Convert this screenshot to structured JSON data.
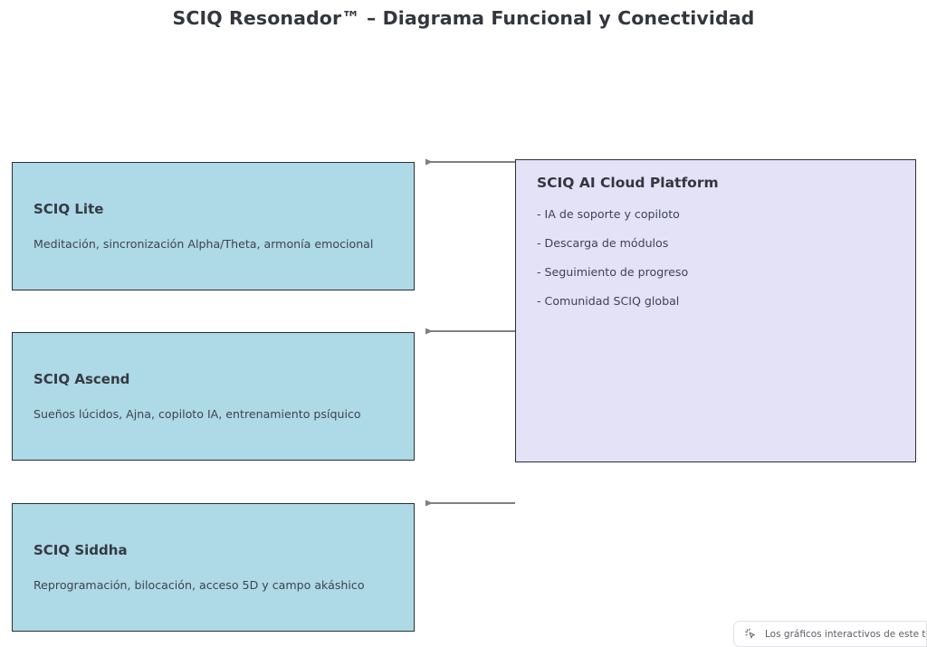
{
  "page": {
    "title": "SCIQ Resonador™ – Diagrama Funcional y Conectividad",
    "background_color": "#ffffff"
  },
  "colors": {
    "tier_fill": "#aed9e6",
    "cloud_fill": "#e4e2f7",
    "node_border": "#2b2f38",
    "arrow": "#808080",
    "title_text": "#33373d",
    "body_text": "#3d4450"
  },
  "diagram": {
    "type": "block-diagram",
    "tiers": [
      {
        "id": "sciq-lite",
        "title": "SCIQ Lite",
        "subtitle": "Meditación, sincronización Alpha/Theta, armonía emocional"
      },
      {
        "id": "sciq-ascend",
        "title": "SCIQ Ascend",
        "subtitle": "Sueños lúcidos, Ajna, copiloto IA, entrenamiento psíquico"
      },
      {
        "id": "sciq-siddha",
        "title": "SCIQ Siddha",
        "subtitle": "Reprogramación, bilocación, acceso 5D y campo akáshico"
      }
    ],
    "cloud": {
      "id": "sciq-ai-cloud-platform",
      "title": "SCIQ AI Cloud Platform",
      "features": [
        "- IA de soporte y copiloto",
        "- Descarga de módulos",
        "- Seguimiento de progreso",
        "- Comunidad SCIQ global"
      ]
    },
    "connections": [
      {
        "id": "cloud-to-lite",
        "from": "sciq-ai-cloud-platform",
        "to": "sciq-lite",
        "direction": "left"
      },
      {
        "id": "cloud-to-ascend",
        "from": "sciq-ai-cloud-platform",
        "to": "sciq-ascend",
        "direction": "left"
      },
      {
        "id": "cloud-to-siddha",
        "from": "sciq-ai-cloud-platform",
        "to": "sciq-siddha",
        "direction": "left"
      }
    ]
  },
  "footer_badge": {
    "icon": "sparkle-cursor-icon",
    "text": "Los gráficos interactivos de este tipo aún"
  }
}
